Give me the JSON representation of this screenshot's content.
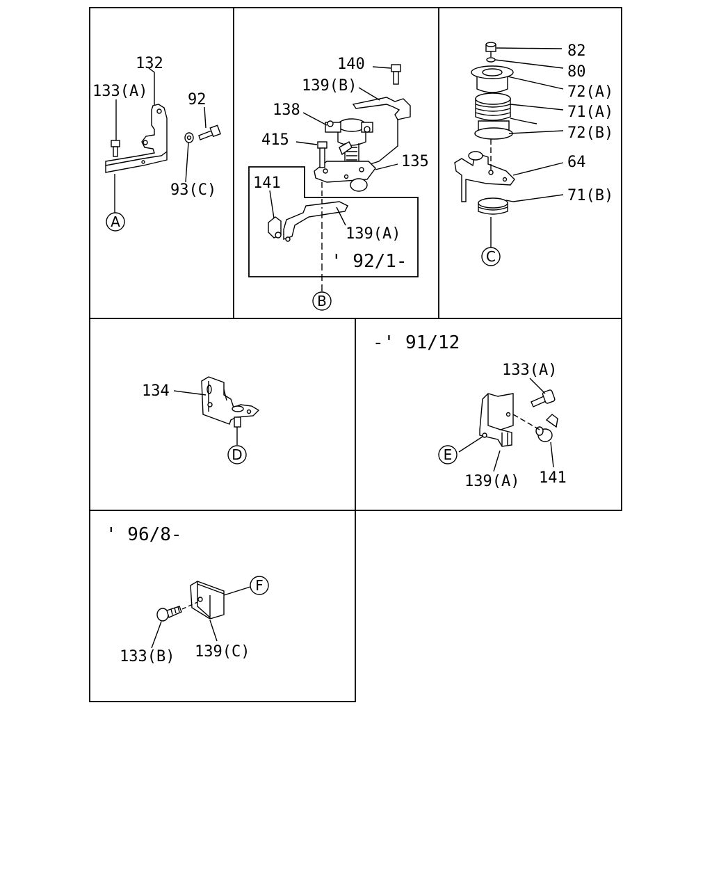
{
  "panel_a": {
    "label_132": "132",
    "label_133a": "133(A)",
    "label_92": "92",
    "label_93c": "93(C)",
    "ref_a": "A"
  },
  "panel_b": {
    "label_140": "140",
    "label_139b": "139(B)",
    "label_138": "138",
    "label_415": "415",
    "label_135": "135",
    "label_141": "141",
    "label_139a": "139(A)",
    "period": "' 92/1-",
    "ref_b": "B"
  },
  "panel_c": {
    "label_82": "82",
    "label_80": "80",
    "label_72a": "72(A)",
    "label_71a": "71(A)",
    "label_72b": "72(B)",
    "label_64": "64",
    "label_71b": "71(B)",
    "ref_c": "C"
  },
  "panel_d": {
    "label_134": "134",
    "ref_d": "D"
  },
  "panel_e": {
    "period": "-' 91/12",
    "label_133a": "133(A)",
    "label_139a": "139(A)",
    "label_141": "141",
    "ref_e": "E"
  },
  "panel_f": {
    "period": "' 96/8-",
    "label_133b": "133(B)",
    "label_139c": "139(C)",
    "ref_f": "F"
  }
}
